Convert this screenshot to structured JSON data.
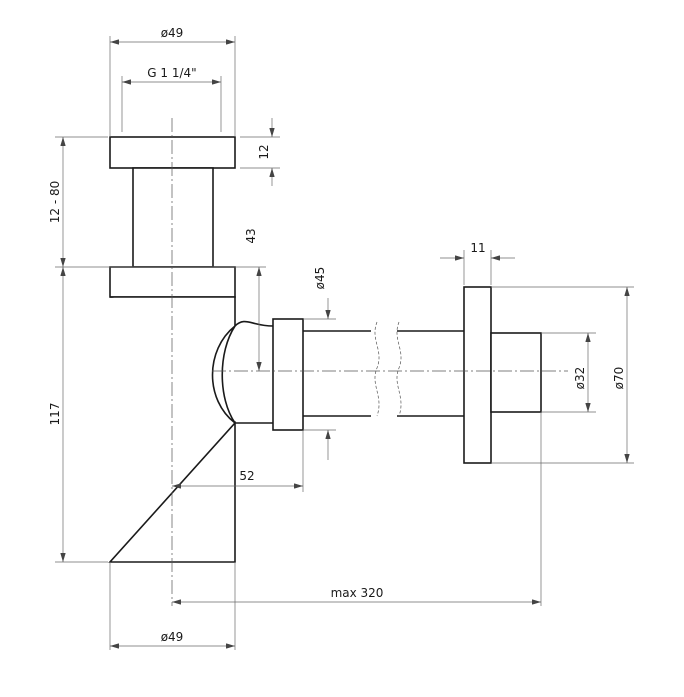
{
  "colors": {
    "line": "#1a1a1a",
    "dimension": "#6a6a6a",
    "background": "#ffffff"
  },
  "dimensions": {
    "top_diameter": "ø49",
    "thread": "G 1 1/4\"",
    "nut_height": "12",
    "adjust_range": "12 - 80",
    "body_height": "117",
    "outlet_height": "43",
    "nut_diameter": "ø45",
    "rosette_thickness": "11",
    "pipe_diameter": "ø32",
    "rosette_diameter": "ø70",
    "outlet_offset": "52",
    "max_length": "max 320",
    "bottom_diameter": "ø49"
  }
}
